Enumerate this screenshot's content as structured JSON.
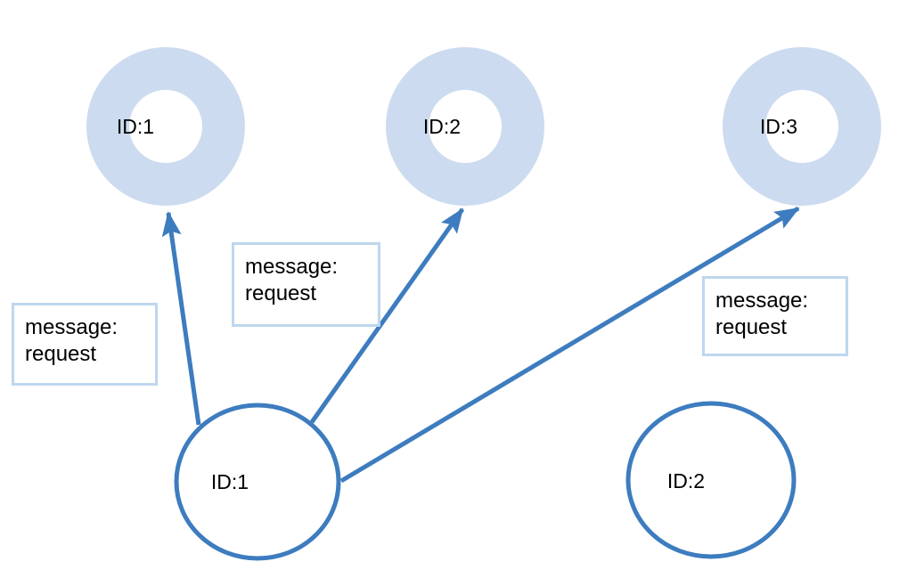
{
  "colors": {
    "node_stroke": "#3d7cbf",
    "ring_fill": "#ccdbef",
    "box_border": "#bdd7ee",
    "text_color": "#000000",
    "bg_color": "#ffffff"
  },
  "diagram": {
    "top_nodes": [
      {
        "id": "1",
        "label": "ID:1"
      },
      {
        "id": "2",
        "label": "ID:2"
      },
      {
        "id": "3",
        "label": "ID:3"
      }
    ],
    "bottom_nodes": [
      {
        "id": "1",
        "label": "ID:1"
      },
      {
        "id": "2",
        "label": "ID:2"
      }
    ],
    "edges": [
      {
        "from": "bottom ID:1",
        "to": "top ID:1",
        "label": "message: request"
      },
      {
        "from": "bottom ID:1",
        "to": "top ID:2",
        "label": "message: request"
      },
      {
        "from": "bottom ID:1",
        "to": "top ID:3",
        "label": "message: request"
      }
    ]
  }
}
